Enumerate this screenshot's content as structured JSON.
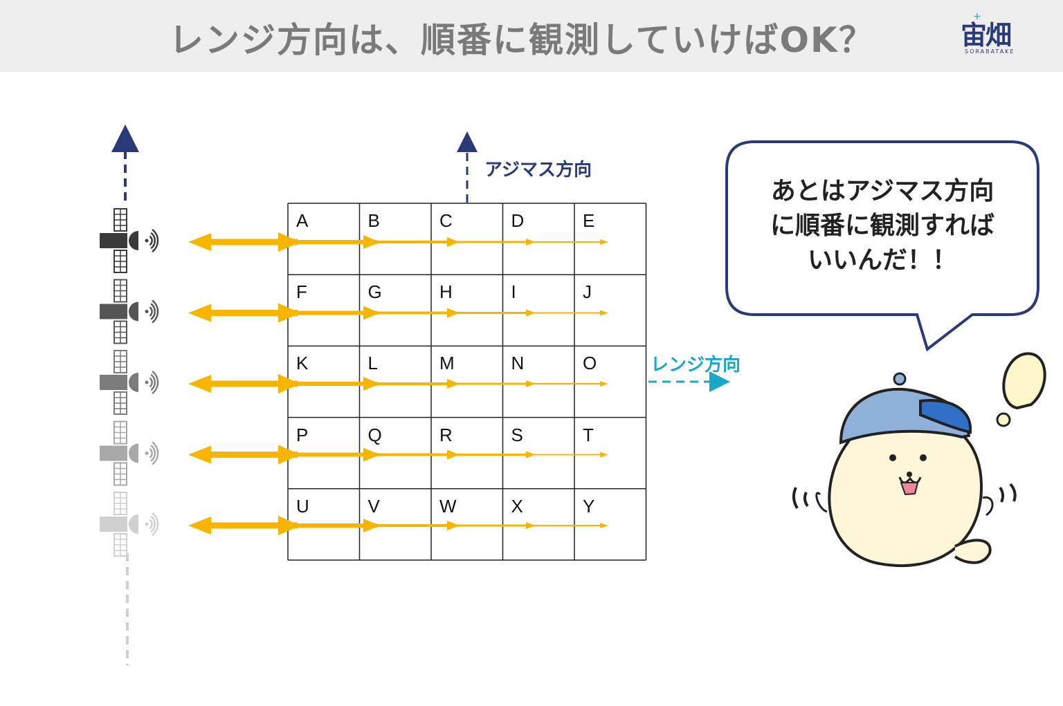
{
  "header": {
    "title": "レンジ方向は、順番に観測していけばOK？",
    "logo_text": "宙畑",
    "logo_sub": "SORABATAKE"
  },
  "grid": {
    "cells": [
      "A",
      "B",
      "C",
      "D",
      "E",
      "F",
      "G",
      "H",
      "I",
      "J",
      "K",
      "L",
      "M",
      "N",
      "O",
      "P",
      "Q",
      "R",
      "S",
      "T",
      "U",
      "V",
      "W",
      "X",
      "Y"
    ]
  },
  "labels": {
    "azimuth": "アジマス方向",
    "range": "レンジ方向"
  },
  "bubble": {
    "lines": [
      "あとはアジマス方向",
      "に順番に観測すれば",
      "いいんだ！！"
    ]
  },
  "colors": {
    "arrow": "#f7b500",
    "azimuth": "#2a3a78",
    "range": "#1aa7c9",
    "bubble_border": "#2a3a78",
    "satellite_shades": [
      "#3a3a3a",
      "#555555",
      "#7a7a7a",
      "#a8a8a8",
      "#d0d0d0"
    ]
  },
  "icons": {
    "satellite": "satellite-icon",
    "mascot": "seal-mascot-illustration"
  }
}
